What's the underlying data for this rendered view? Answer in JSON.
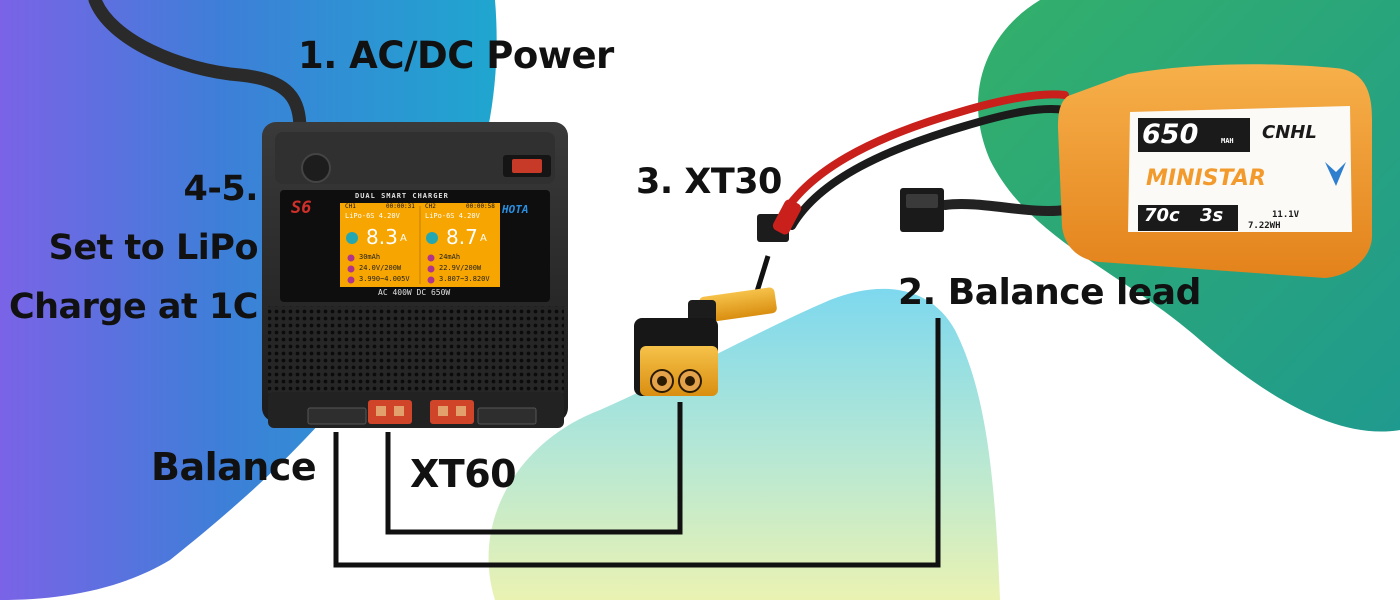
{
  "labels": {
    "ac_dc_power": "1. AC/DC Power",
    "xt30": "3. XT30",
    "set_lipo_line1": "4-5.",
    "set_lipo_line2": "Set to LiPo",
    "set_lipo_line3": "Charge at 1C",
    "balance_lead": "2. Balance lead",
    "balance": "Balance",
    "xt60": "XT60"
  },
  "charger": {
    "title": "DUAL SMART CHARGER",
    "model": "S6",
    "brand": "HOTA",
    "footer": "AC 400W DC 650W",
    "ch1": {
      "name": "CH1",
      "time": "00:00:31",
      "mode": "LiPo-6S 4.20V",
      "current": "8.3",
      "unit": "A",
      "capacity": "30mAh",
      "power": "24.0V/200W",
      "cells": "3.990~4.005V"
    },
    "ch2": {
      "name": "CH2",
      "time": "00:00:58",
      "mode": "LiPo-6S 4.20V",
      "current": "8.7",
      "unit": "A",
      "capacity": "24mAh",
      "power": "22.9V/200W",
      "cells": "3.807~3.820V"
    }
  },
  "battery": {
    "capacity": "650",
    "capacity_unit": "MAH",
    "brand": "CNHL",
    "series": "MINISTAR",
    "c_rating": "70c",
    "cells": "3s",
    "voltage": "11.1V",
    "energy": "7.22WH"
  },
  "colors": {
    "wire": "#111111",
    "charger_body": "#2b2b2b",
    "screen_bg": "#f7a500",
    "battery_orange": "#f39a2c",
    "connector_orange": "#e8a11a",
    "connector_red": "#d0452a"
  }
}
